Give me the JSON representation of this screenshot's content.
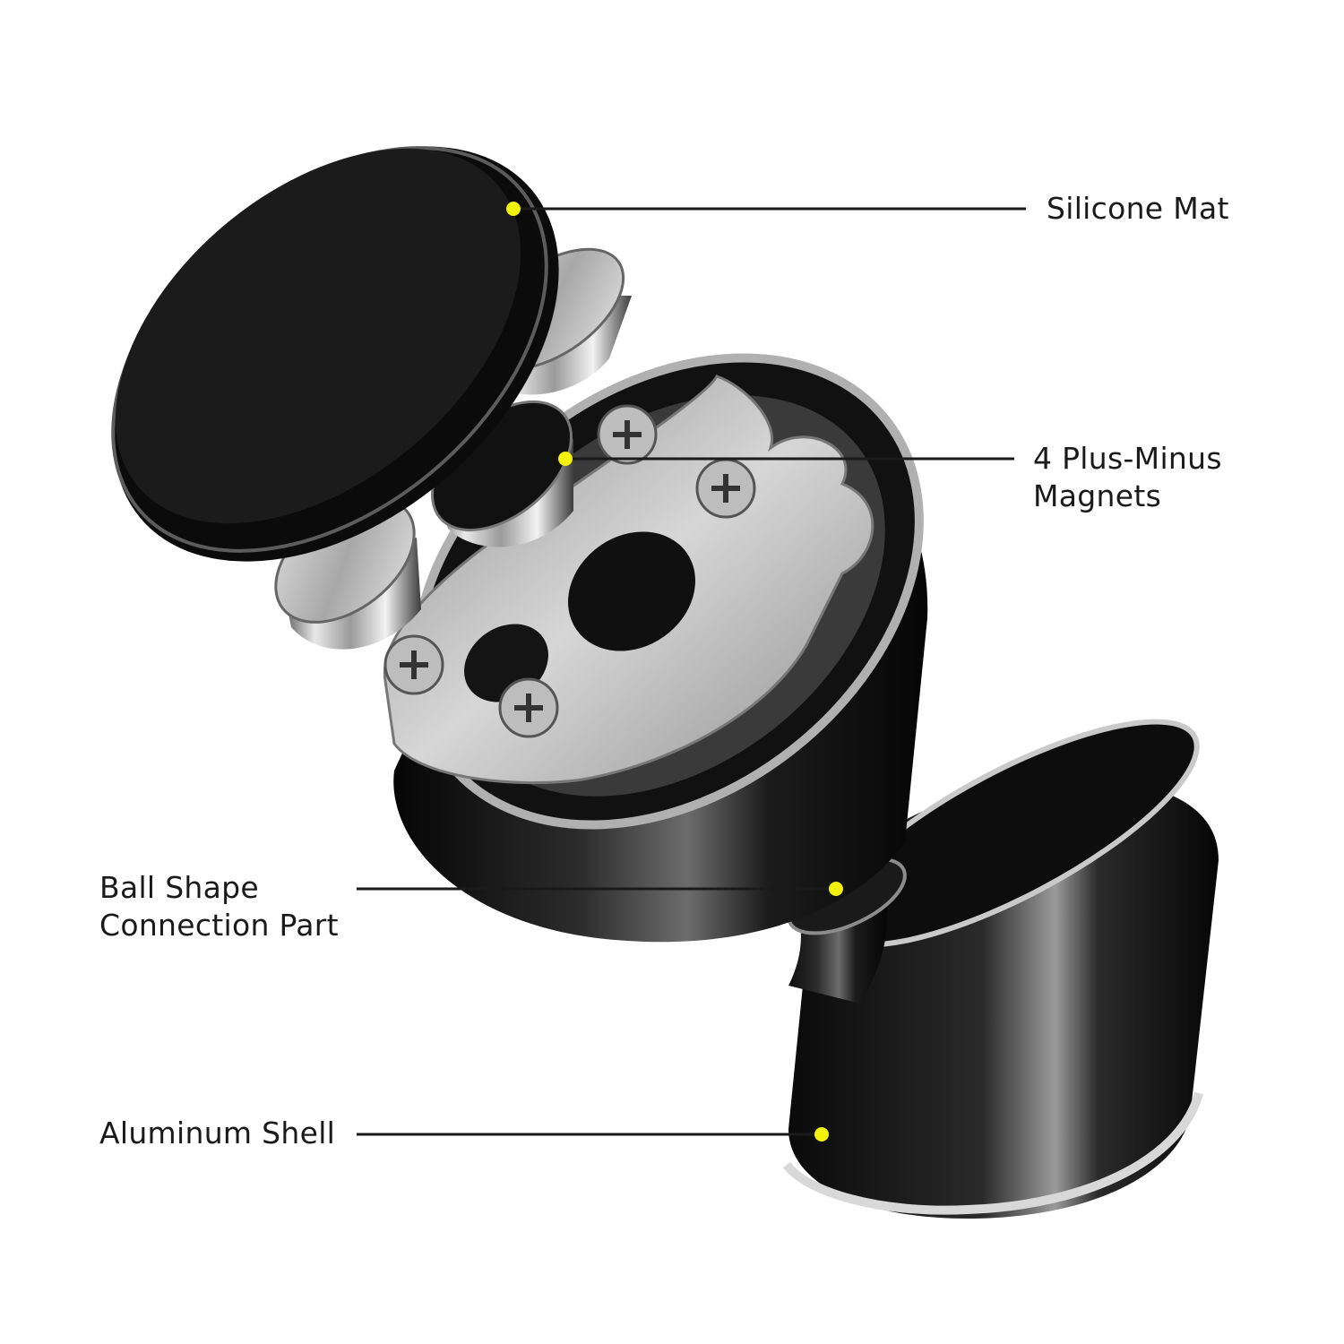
{
  "colors": {
    "background": "#ffffff",
    "leader_line": "#1a1a1a",
    "marker_dot": "#f2f20a",
    "product_black": "#141414",
    "metal_silver": "#b9b9b9"
  },
  "callouts": {
    "silicone_mat": {
      "lines": [
        "Silicone Mat"
      ]
    },
    "magnets": {
      "lines": [
        "4 Plus-Minus",
        "Magnets"
      ]
    },
    "ball_connection": {
      "lines": [
        "Ball Shape",
        "Connection Part"
      ]
    },
    "aluminum_shell": {
      "lines": [
        "Aluminum Shell"
      ]
    }
  }
}
